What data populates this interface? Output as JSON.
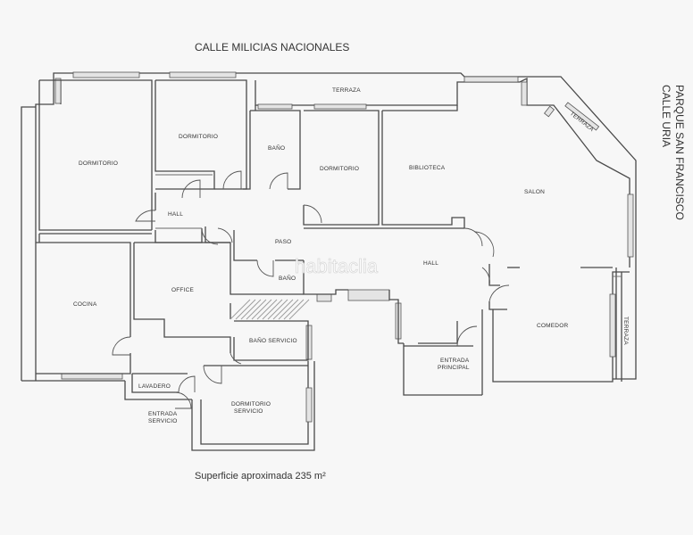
{
  "streets": {
    "north": "CALLE MILICIAS NACIONALES",
    "east_1": "PARQUE SAN FRANCISCO",
    "east_2": "CALLE URIA"
  },
  "area_caption": "Superficie aproximada 235 m²",
  "watermark": "habitaclia",
  "rooms": {
    "terraza_top": "TERRAZA",
    "terraza_diag": "TERRAZA",
    "terraza_east": "TERRAZA",
    "dormitorio_1": "DORMITORIO",
    "dormitorio_2": "DORMITORIO",
    "dormitorio_3": "DORMITORIO",
    "bano_1": "BAÑO",
    "bano_2": "BAÑO",
    "biblioteca": "BIBLIOTECA",
    "salon": "SALON",
    "hall_1": "HALL",
    "hall_2": "HALL",
    "paso": "PASO",
    "cocina": "COCINA",
    "office": "OFFICE",
    "bano_servicio": "BAÑO SERVICIO",
    "comedor": "COMEDOR",
    "lavadero": "LAVADERO",
    "entrada_servicio_1": "ENTRADA",
    "entrada_servicio_2": "SERVICIO",
    "entrada_principal_1": "ENTRADA",
    "entrada_principal_2": "PRINCIPAL",
    "dormitorio_servicio_1": "DORMITORIO",
    "dormitorio_servicio_2": "SERVICIO"
  }
}
